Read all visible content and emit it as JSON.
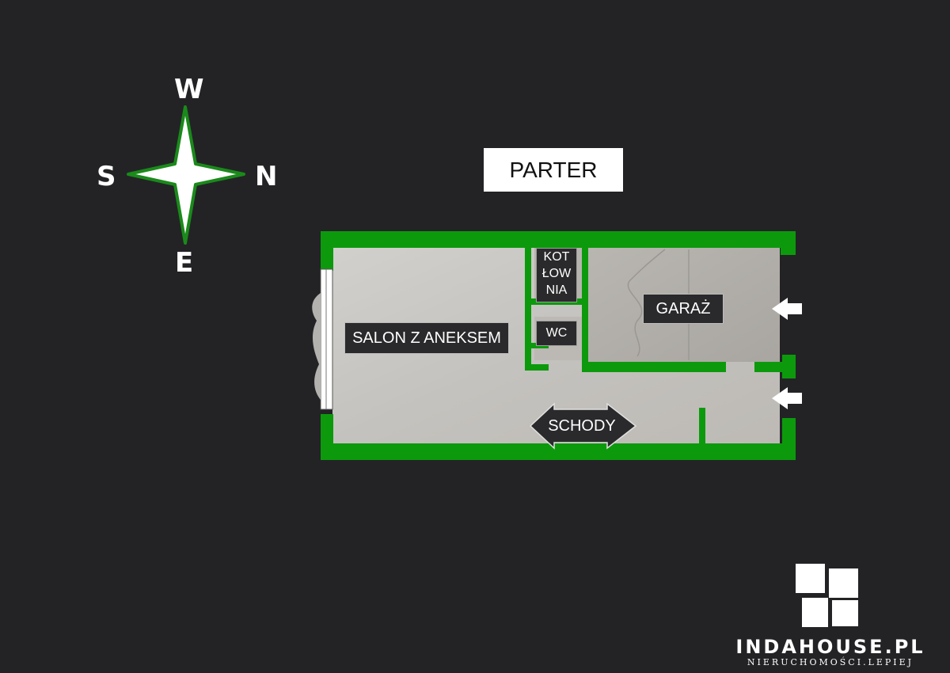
{
  "title": "PARTER",
  "compass": {
    "top": "W",
    "left": "S",
    "right": "N",
    "bottom": "E"
  },
  "rooms": {
    "salon": "SALON Z ANEKSEM",
    "kotlownia_lines": [
      "KOT",
      "ŁOW",
      "NIA"
    ],
    "wc": "WC",
    "garaz": "GARAŻ",
    "schody": "SCHODY"
  },
  "logo": {
    "name": "INDAHOUSE.PL",
    "tagline": "NIERUCHOMOŚCI.LEPIEJ"
  },
  "colors": {
    "background": "#232326",
    "wall": "#0c9a0c",
    "floor": "#c9c7c3",
    "compass_star": "#ffffff",
    "compass_outline": "#1a8a1a"
  }
}
